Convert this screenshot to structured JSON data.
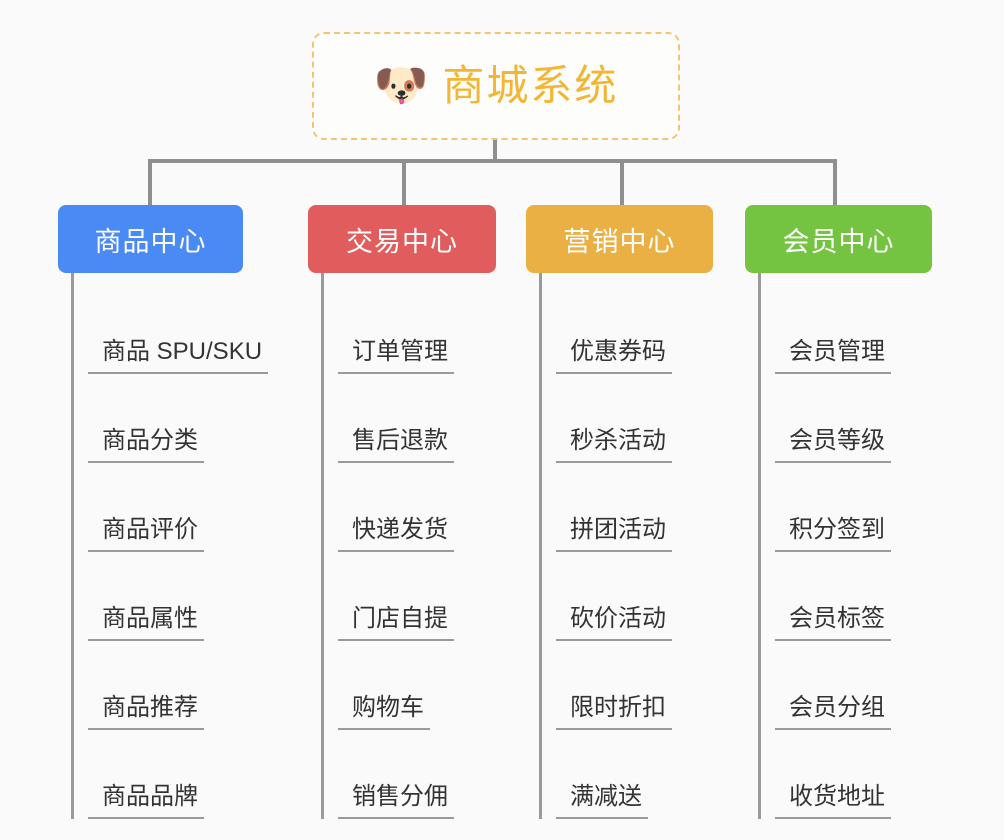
{
  "root": {
    "icon": "dog-face-emoji",
    "icon_glyph": "🐶",
    "title": "商城系统",
    "border_color": "#f0c675",
    "title_color": "#f2b634"
  },
  "branches": [
    {
      "id": "product-center",
      "label": "商品中心",
      "color": "#4a8af4",
      "items": [
        "商品 SPU/SKU",
        "商品分类",
        "商品评价",
        "商品属性",
        "商品推荐",
        "商品品牌"
      ]
    },
    {
      "id": "trade-center",
      "label": "交易中心",
      "color": "#e15c5c",
      "items": [
        "订单管理",
        "售后退款",
        "快递发货",
        "门店自提",
        "购物车",
        "销售分佣"
      ]
    },
    {
      "id": "marketing-center",
      "label": "营销中心",
      "color": "#eab043",
      "items": [
        "优惠券码",
        "秒杀活动",
        "拼团活动",
        "砍价活动",
        "限时折扣",
        "满减送"
      ]
    },
    {
      "id": "member-center",
      "label": "会员中心",
      "color": "#74c441",
      "items": [
        "会员管理",
        "会员等级",
        "积分签到",
        "会员标签",
        "会员分组",
        "收货地址"
      ]
    }
  ],
  "theme": {
    "background": "#fafafa",
    "connector_color": "#8f8f8f",
    "leaf_text_color": "#333333",
    "leaf_rule_color": "#9a9a9a"
  }
}
